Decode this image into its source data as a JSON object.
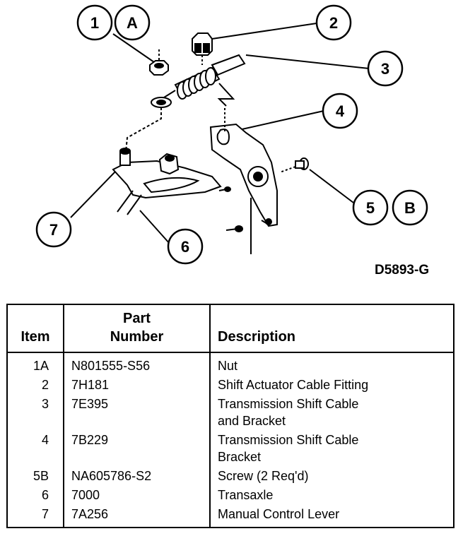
{
  "diagram": {
    "callouts": {
      "c1": "1",
      "cA": "A",
      "c2": "2",
      "c3": "3",
      "c4": "4",
      "c5": "5",
      "cB": "B",
      "c6": "6",
      "c7": "7"
    },
    "figure_code": "D5893-G"
  },
  "table": {
    "headers": {
      "item": "Item",
      "part_line1": "Part",
      "part_line2": "Number",
      "description": "Description"
    },
    "rows": [
      {
        "item": "1A",
        "part": "N801555-S56",
        "desc1": "Nut",
        "desc2": ""
      },
      {
        "item": "2",
        "part": "7H181",
        "desc1": "Shift Actuator Cable Fitting",
        "desc2": ""
      },
      {
        "item": "3",
        "part": "7E395",
        "desc1": "Transmission Shift Cable",
        "desc2": "and Bracket"
      },
      {
        "item": "4",
        "part": "7B229",
        "desc1": "Transmission Shift Cable",
        "desc2": "Bracket"
      },
      {
        "item": "5B",
        "part": "NA605786-S2",
        "desc1": "Screw (2 Req'd)",
        "desc2": ""
      },
      {
        "item": "6",
        "part": "7000",
        "desc1": "Transaxle",
        "desc2": ""
      },
      {
        "item": "7",
        "part": "7A256",
        "desc1": "Manual Control Lever",
        "desc2": ""
      }
    ]
  }
}
